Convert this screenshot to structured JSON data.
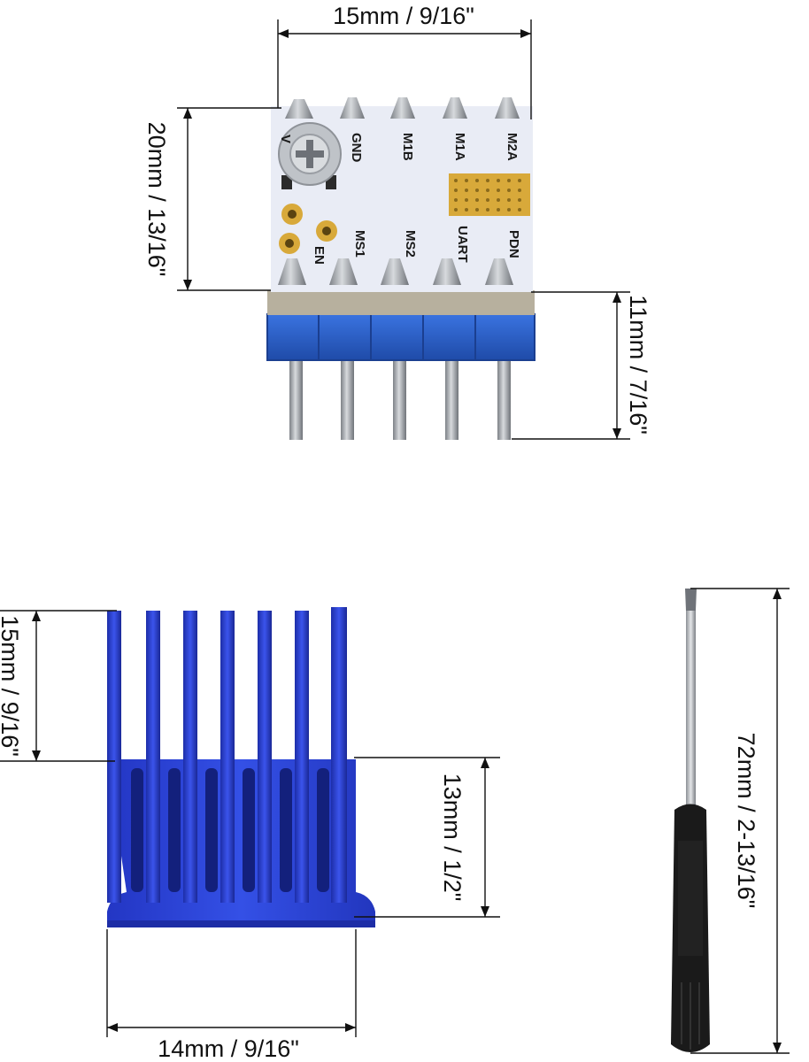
{
  "colors": {
    "board": "#e9ecf5",
    "header_plastic": "#2f63c9",
    "pin_metal": "#a9adb3",
    "heatsink": "#2a3ed0",
    "pad_gold": "#d8a93a",
    "screwdriver_handle": "#1a1a1a",
    "dimension_line": "#111111"
  },
  "board": {
    "width_label": "15mm / 9/16\"",
    "height_label": "20mm / 13/16\"",
    "pin_length_label": "11mm / 7/16\"",
    "top_pin_labels": [
      "V",
      "GND",
      "M1B",
      "M1A",
      "M2A"
    ],
    "bottom_pin_labels": [
      "EN",
      "MS1",
      "MS2",
      "UART",
      "PDN"
    ],
    "icons": [
      "potentiometer-icon"
    ]
  },
  "heatsink": {
    "fin_height_label": "15mm / 9/16\"",
    "base_height_label": "13mm / 1/2\"",
    "width_label": "14mm / 9/16\""
  },
  "screwdriver": {
    "length_label": "72mm / 2-13/16\""
  }
}
